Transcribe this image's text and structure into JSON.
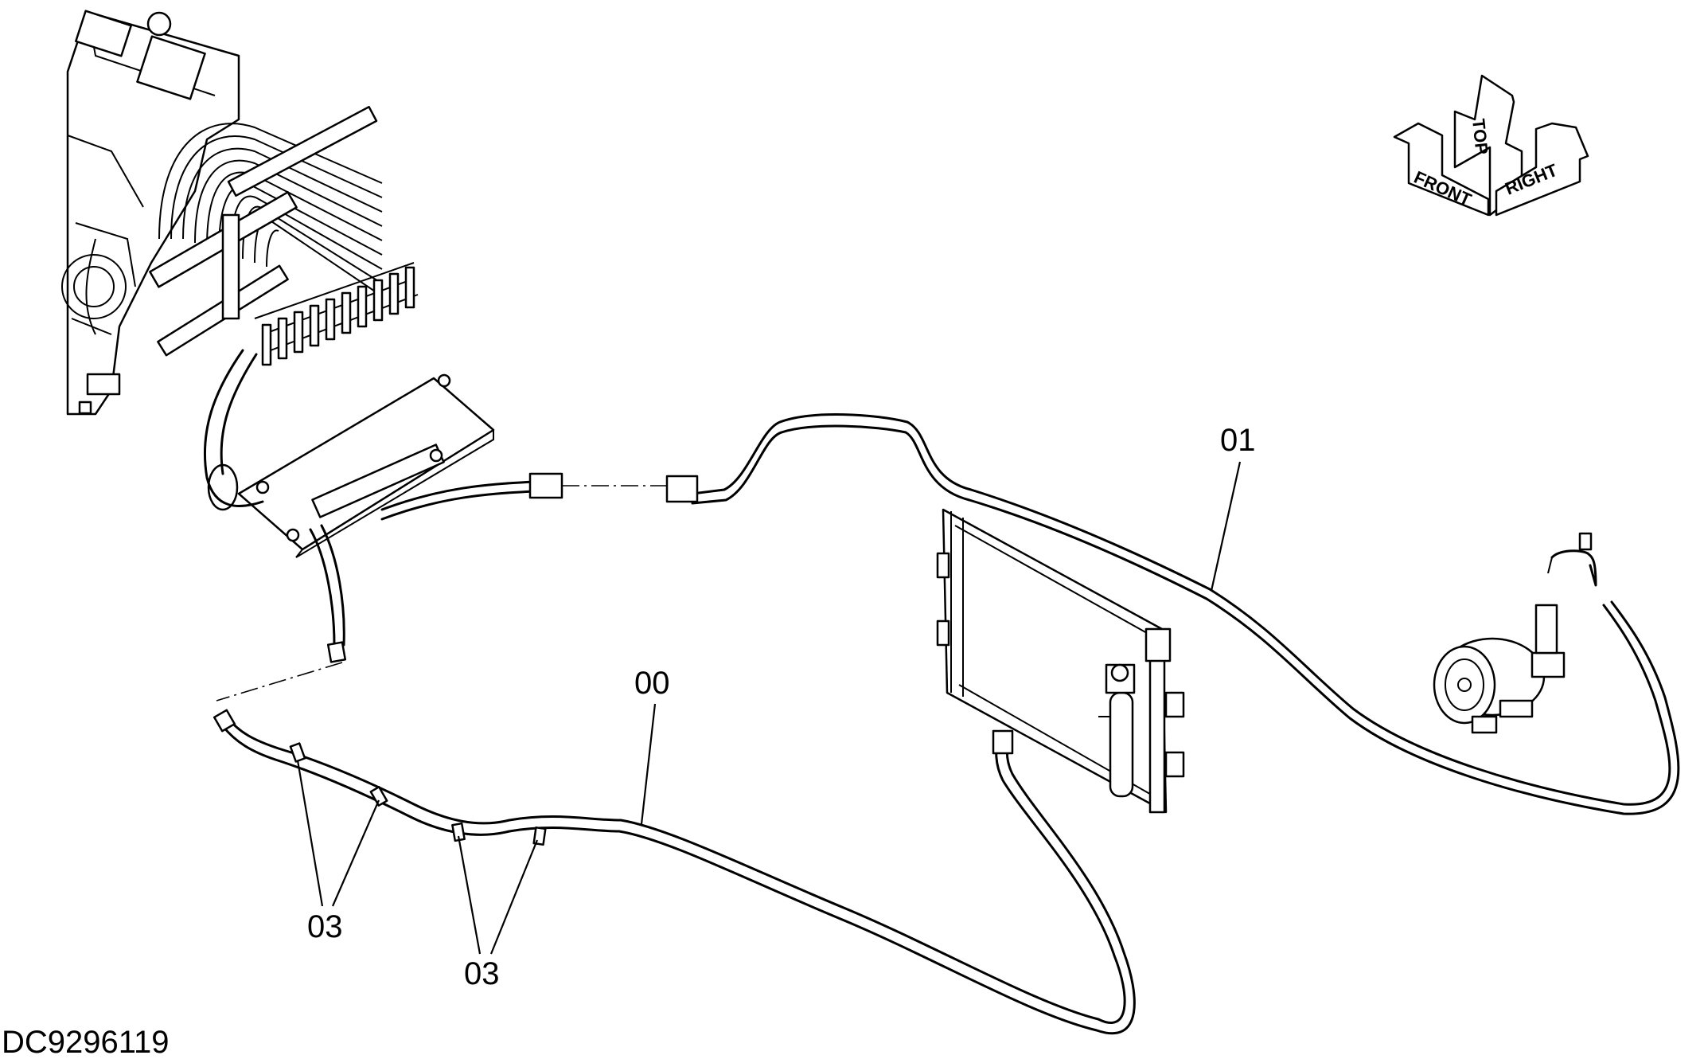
{
  "document_id": "DC9296119",
  "callouts": {
    "hose_00": "00",
    "hose_01": "01",
    "clamp_left": "03",
    "clamp_right": "03"
  },
  "orientation": {
    "front": "FRONT",
    "top": "TOP",
    "right": "RIGHT"
  }
}
